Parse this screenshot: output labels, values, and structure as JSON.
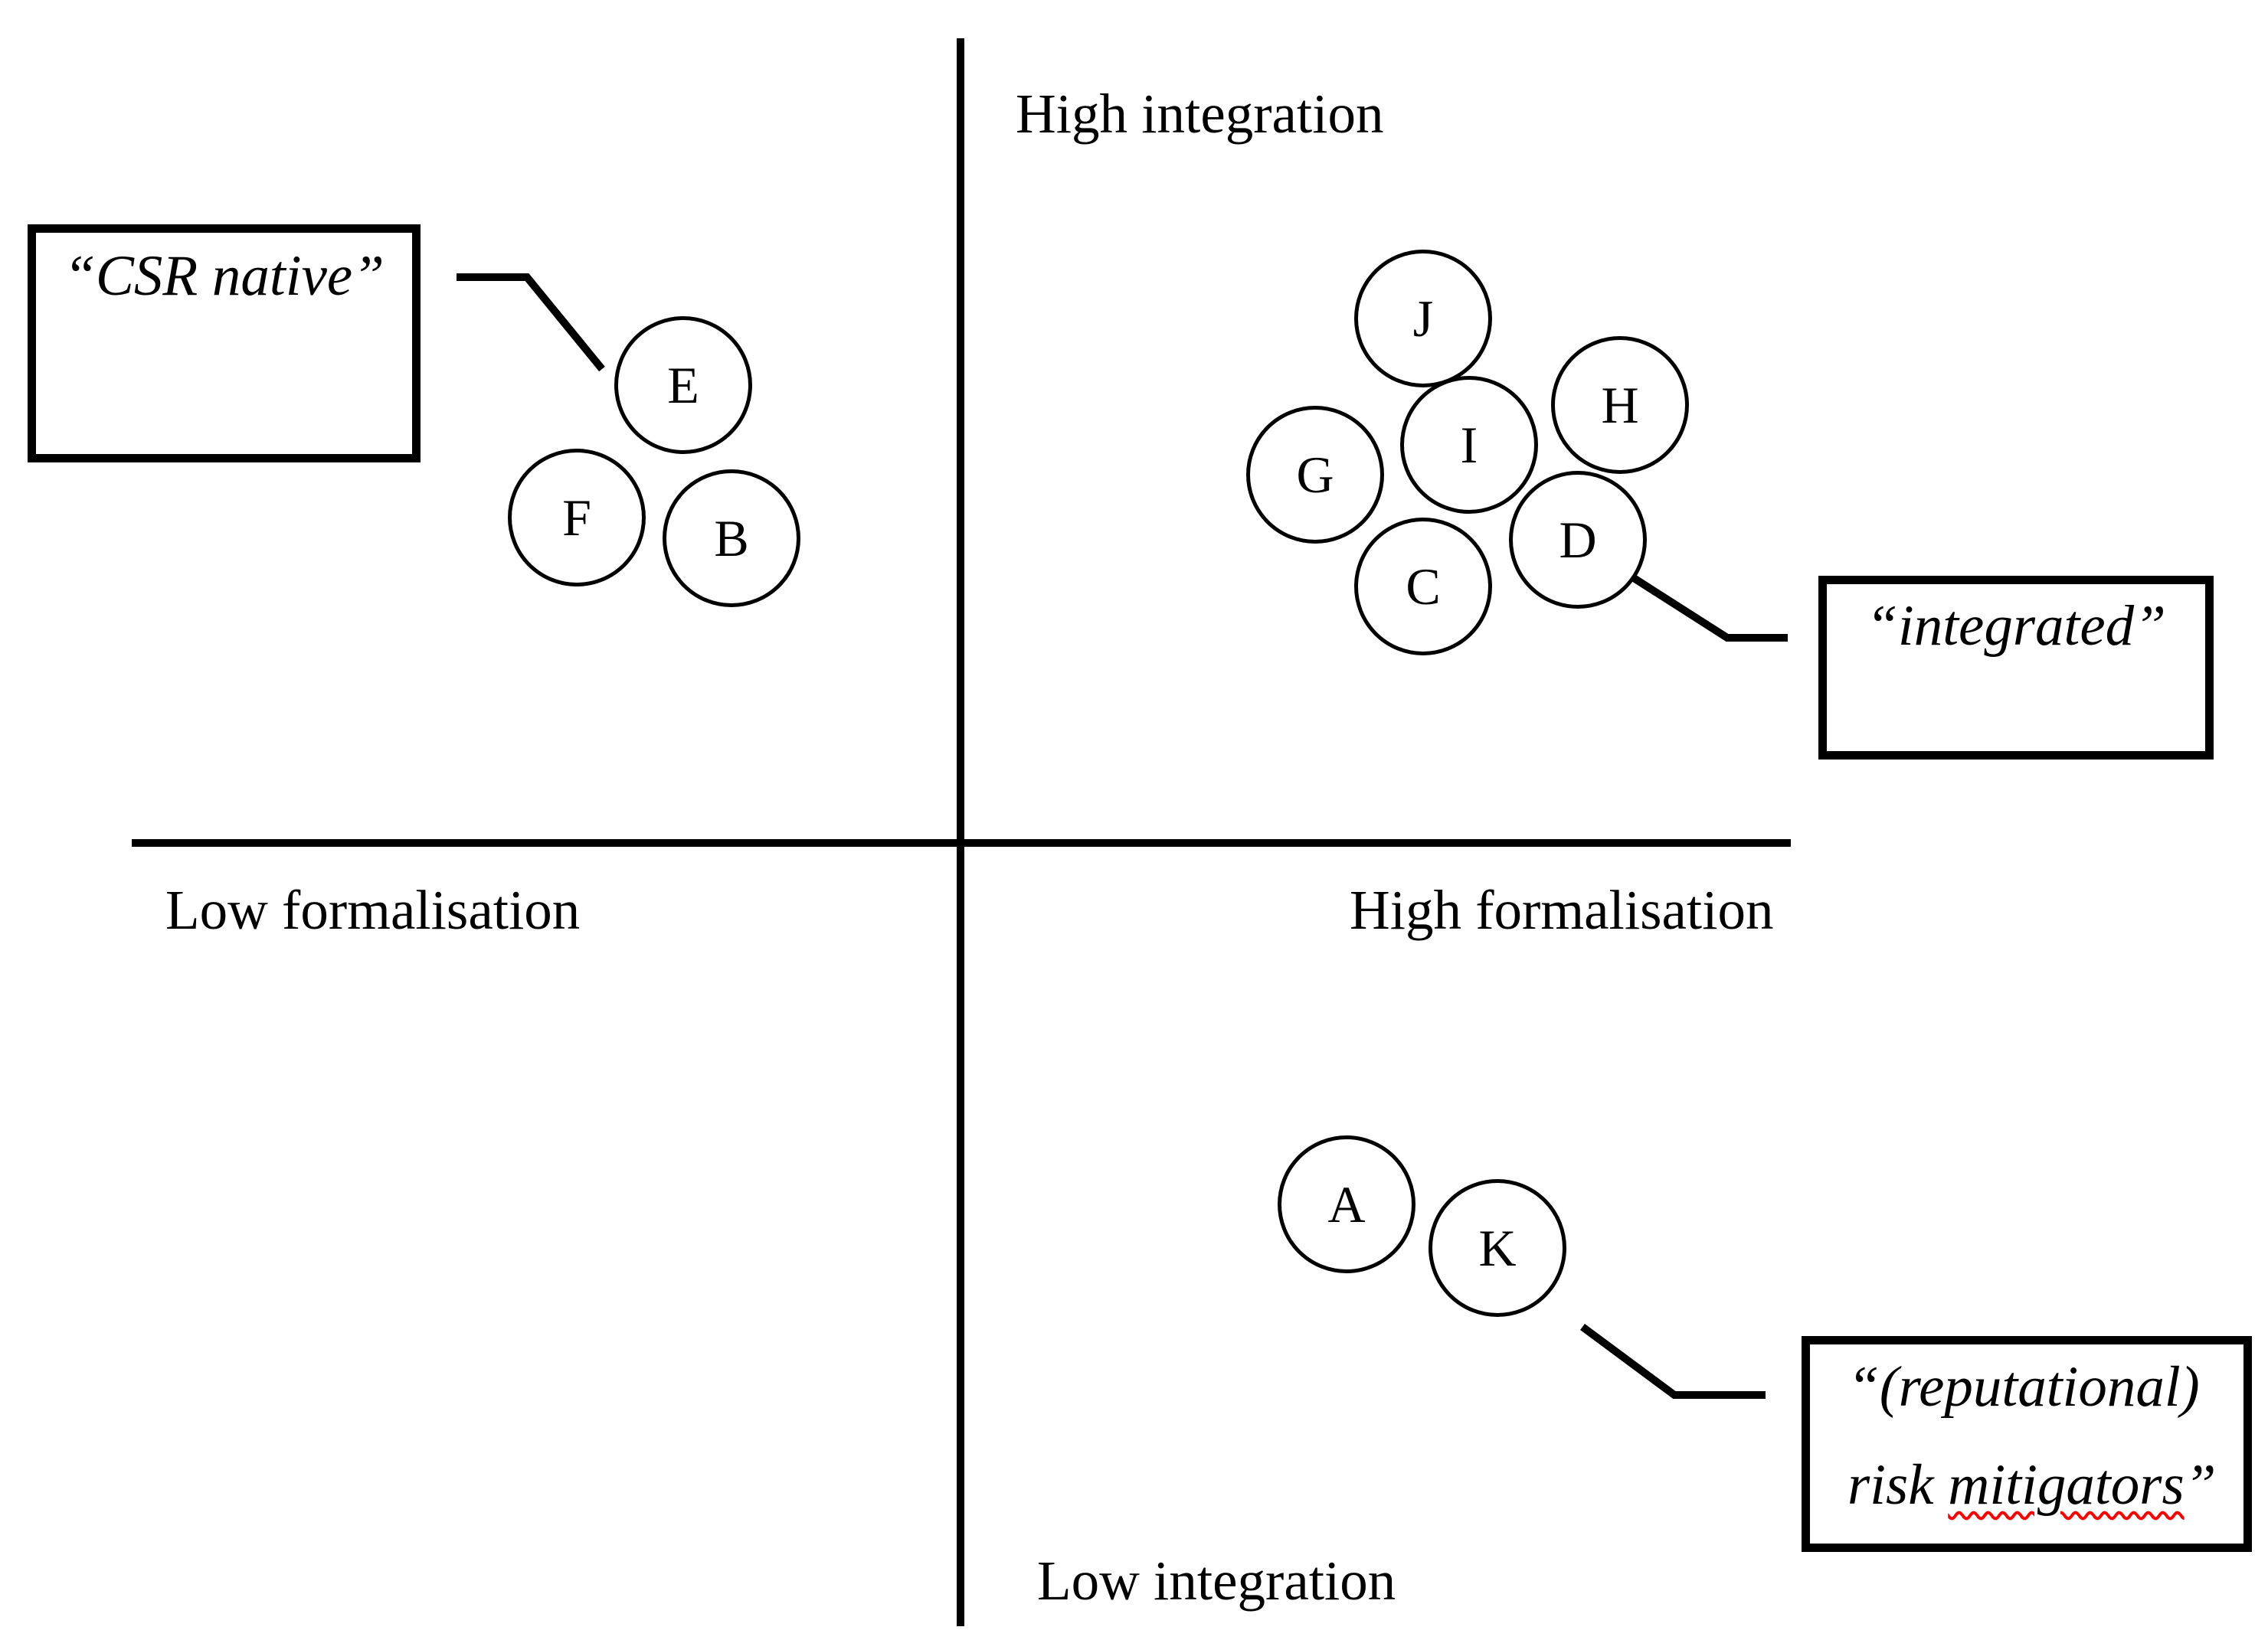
{
  "figure": {
    "title": "CSR positioning quadrant diagram",
    "axis_labels": {
      "top": "High integration",
      "bottom": "Low integration",
      "left": "Low formalisation",
      "right": "High formalisation"
    },
    "annotations": {
      "csr_native": {
        "label": "“CSR native”"
      },
      "integrated": {
        "label": "“integrated”"
      },
      "risk_mitigators": {
        "line1": "“(reputational)",
        "line2_prefix": "risk ",
        "line2_word": "mitigators",
        "line2_suffix": "”"
      }
    },
    "clusters": [
      {
        "name": "csr_native",
        "label": "“CSR native”",
        "quadrant": "high integration / low formalisation",
        "letters": [
          "E",
          "F",
          "B"
        ]
      },
      {
        "name": "integrated",
        "label": "“integrated”",
        "quadrant": "high integration / high formalisation",
        "letters": [
          "J",
          "I",
          "H",
          "G",
          "C",
          "D"
        ]
      },
      {
        "name": "risk_mitigators",
        "label": "“(reputational) risk mitigators”",
        "quadrant": "low integration / high formalisation",
        "letters": [
          "A",
          "K"
        ]
      }
    ],
    "circles": [
      {
        "letter": "E",
        "cluster": "csr_native"
      },
      {
        "letter": "F",
        "cluster": "csr_native"
      },
      {
        "letter": "B",
        "cluster": "csr_native"
      },
      {
        "letter": "J",
        "cluster": "integrated"
      },
      {
        "letter": "I",
        "cluster": "integrated"
      },
      {
        "letter": "H",
        "cluster": "integrated"
      },
      {
        "letter": "G",
        "cluster": "integrated"
      },
      {
        "letter": "C",
        "cluster": "integrated"
      },
      {
        "letter": "D",
        "cluster": "integrated"
      },
      {
        "letter": "A",
        "cluster": "risk_mitigators"
      },
      {
        "letter": "K",
        "cluster": "risk_mitigators"
      }
    ],
    "colors": {
      "ink": "#000000",
      "background": "#ffffff",
      "spellcheck_underline": "#ff0000"
    }
  }
}
